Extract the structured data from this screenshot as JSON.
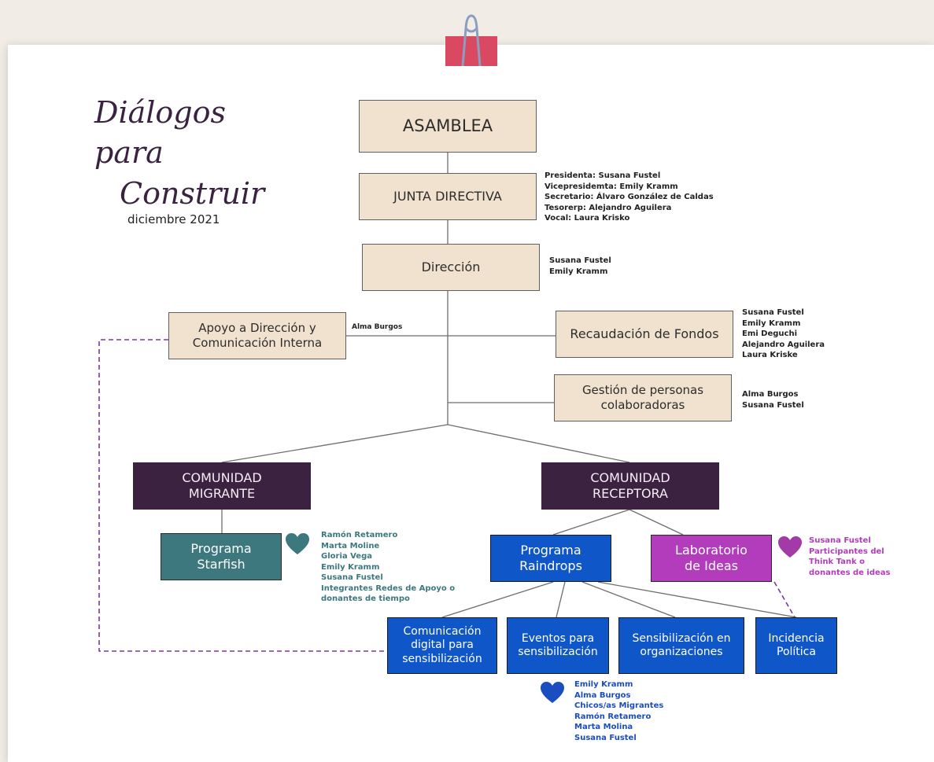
{
  "header": {
    "title_line1": "Diálogos para",
    "title_line2": "Construir",
    "date": "diciembre 2021"
  },
  "org": {
    "asamblea": "ASAMBLEA",
    "junta": "JUNTA DIRECTIVA",
    "junta_members": [
      "Presidenta: Susana Fustel",
      "Vicepresidemta: Emily Kramm",
      "Secretario: Álvaro González de Caldas",
      "Tesorerp: Alejandro Aguilera",
      "Vocal: Laura Krisko"
    ],
    "direccion": "Dirección",
    "direccion_members": [
      "Susana Fustel",
      "Emily Kramm"
    ],
    "apoyo_line1": "Apoyo a Dirección y",
    "apoyo_line2": "Comunicación Interna",
    "apoyo_members": [
      "Alma Burgos"
    ],
    "recaudacion": "Recaudación de Fondos",
    "recaudacion_members": [
      "Susana Fustel",
      "Emily Kramm",
      "Emi Deguchi",
      "Alejandro Aguilera",
      "Laura Kriske"
    ],
    "gestion_line1": "Gestión de personas",
    "gestion_line2": "colaboradoras",
    "gestion_members": [
      "Alma Burgos",
      "Susana Fustel"
    ],
    "comunidad_migrante_line1": "COMUNIDAD",
    "comunidad_migrante_line2": "MIGRANTE",
    "comunidad_receptora_line1": "COMUNIDAD",
    "comunidad_receptora_line2": "RECEPTORA",
    "starfish_line1": "Programa",
    "starfish_line2": "Starfish",
    "starfish_members": [
      "Ramón Retamero",
      "Marta Moline",
      "Gloria Vega",
      "Emily Kramm",
      "Susana Fustel",
      "Integrantes Redes de Apoyo o",
      "donantes de tiempo"
    ],
    "raindrops_line1": "Programa",
    "raindrops_line2": "Raindrops",
    "laboratorio_line1": "Laboratorio",
    "laboratorio_line2": "de Ideas",
    "laboratorio_members": [
      "Susana Fustel",
      "Participantes del",
      "Think Tank o",
      "donantes de ideas"
    ],
    "sub_comunicacion_line1": "Comunicación",
    "sub_comunicacion_line2": "digital para",
    "sub_comunicacion_line3": "sensibilización",
    "sub_eventos_line1": "Eventos para",
    "sub_eventos_line2": "sensibilización",
    "sub_sensibilizacion_line1": "Sensibilización en",
    "sub_sensibilizacion_line2": "organizaciones",
    "sub_incidencia_line1": "Incidencia",
    "sub_incidencia_line2": "Política",
    "raindrops_members": [
      "Emily Kramm",
      "Alma Burgos",
      "Chicos/as Migrantes",
      "Ramón Retamero",
      "Marta Molina",
      "Susana Fustel"
    ]
  },
  "colors": {
    "beige": "#f0e2cf",
    "dark_purple": "#3b2240",
    "teal": "#3c787e",
    "blue": "#0f56c9",
    "magenta": "#b23cbb",
    "clip_red": "#d94a62"
  },
  "icons": [
    "binder-clip-icon",
    "heart-icon"
  ]
}
